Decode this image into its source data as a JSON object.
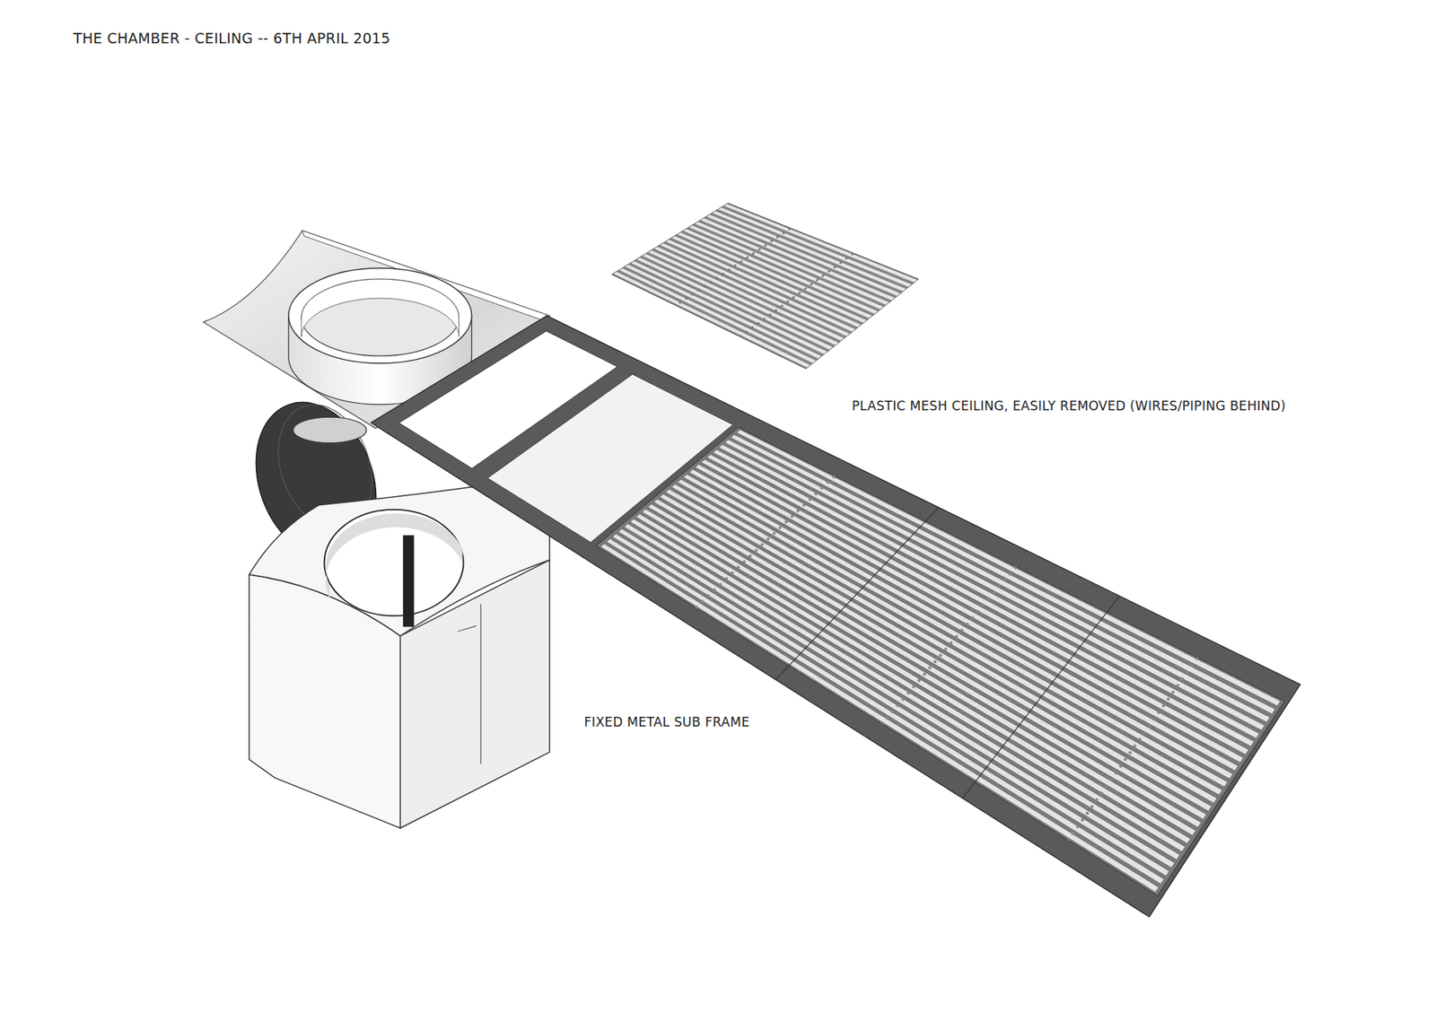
{
  "diagram": {
    "title": "THE CHAMBER - CEILING -- 6TH APRIL 2015",
    "labels": [
      "PLASTIC MESH CEILING, EASILY REMOVED (WIRES/PIPING BEHIND)",
      "FIXED METAL SUB FRAME"
    ]
  }
}
